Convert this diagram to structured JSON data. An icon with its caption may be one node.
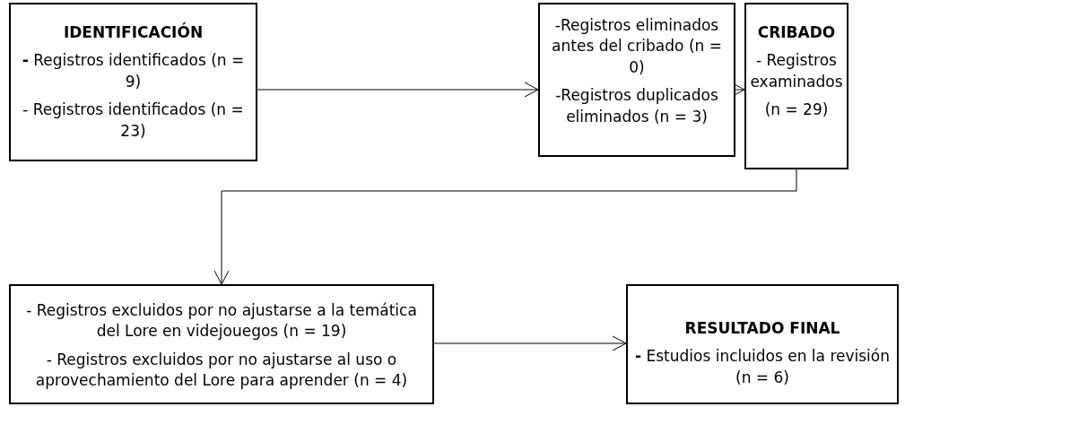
{
  "diagram": {
    "nodes": [
      {
        "text": [
          "IDENTIFICACIÓN",
          "**-** Registros identificados (n = 9)",
          "- Registros identificados (n = 23)"
        ]
      },
      {
        "text": [
          "-Registros eliminados antes del cribado (n = 0)",
          "-Registros duplicados eliminados (n = 3)"
        ]
      },
      {
        "text": [
          "CRIBADO",
          "- Registros examinados",
          "(n = 29)"
        ]
      },
      {
        "text": [
          "- Registros excluidos por no ajustarse a la temática del Lore en videjouegos (n = 19)",
          "- Registros excluidos por no ajustarse al uso o aprovechamiento del Lore para aprender (n = 4)"
        ]
      },
      {
        "text": [
          "RESULTADO FINAL",
          "**-** Estudios incluidos en la revisión (n = 6)"
        ]
      }
    ],
    "edges": [
      {
        "from": 0,
        "to": 1,
        "arrow": "to"
      },
      {
        "from": 1,
        "to": 2,
        "arrow": "to"
      },
      {
        "from": 2,
        "to": 3,
        "arrow": "to"
      },
      {
        "from": 3,
        "to": 4,
        "arrow": "to"
      }
    ]
  }
}
